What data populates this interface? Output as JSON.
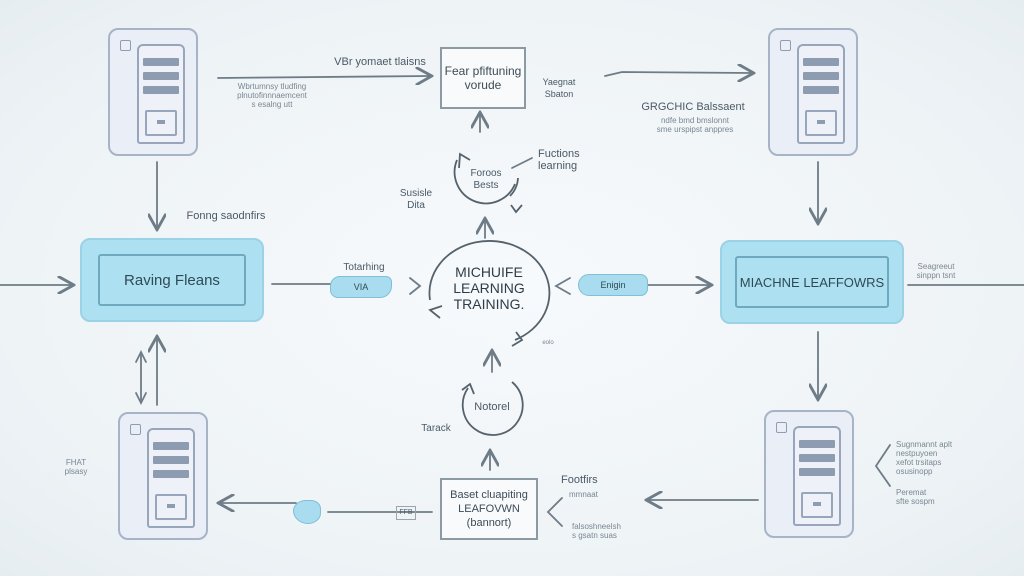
{
  "top_box": {
    "line1": "Fear pfiftuning",
    "line2": "vorude"
  },
  "bottom_box": {
    "line1": "Baset cluapiting",
    "line2": "LEAFOVWN",
    "line3": "(bannort)"
  },
  "left_panel": {
    "label": "Raving Fleans"
  },
  "right_panel": {
    "label": "MIACHNE LEAFFOWRS"
  },
  "center": {
    "line1": "MICHUIFE",
    "line2": "LEARNING",
    "line3": "TRAINING."
  },
  "small_cycle": {
    "line1": "Foroos",
    "line2": "Bests"
  },
  "lower_cycle": {
    "label": "Notorel"
  },
  "labels": {
    "top_arrow": "VBr yomaet tlaisns",
    "top_left_note": "Wbrtumnsy tludfing",
    "top_left_sub1": "plnutofinnnaemcent",
    "top_left_sub2": "s esalng utt",
    "top_right_1": "Yaegnat",
    "top_right_2": "Sbaton",
    "graphic_title": "GRGCHIC Balssaent",
    "graphic_sub1": "ndfe bmd bmslonnt",
    "graphic_sub2": "sme urspipst anppres",
    "functions_1": "Fuctions",
    "functions_2": "learning",
    "subside_1": "Susisle",
    "subside_2": "Dita",
    "fong": "Fonng saodnfirs",
    "totarhing_1": "Totarhing",
    "totarhing_2": "VIA",
    "engin": "Enigin",
    "tarack": "Tarack",
    "footfirs": "Footfirs",
    "foot_sub1": "mmnaat",
    "foot_sub2": "falsoshneelsh",
    "foot_sub3": "s gsatn suas",
    "ffb": "FFB",
    "left_bottom_1": "FHAT",
    "left_bottom_2": "plsasy",
    "right_mid_1": "Seagreeut",
    "right_mid_2": "sinppn tsnt",
    "right_bot_1": "Sugnmannt aplt",
    "right_bot_2": "nestpuyoen",
    "right_bot_3": "xefot trsitaps",
    "right_bot_4": "osusinopp",
    "right_bot_5": "Peremat",
    "right_bot_6": "sfte sospm",
    "dots": "eolo"
  }
}
